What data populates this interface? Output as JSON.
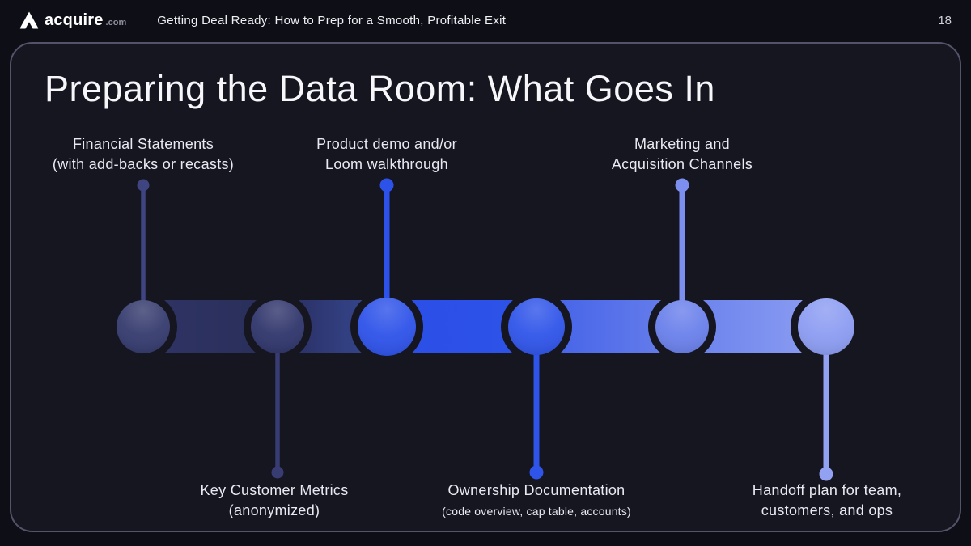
{
  "theme": {
    "page_background": "#0e0e17",
    "slide_background": "#161621",
    "slide_border": "#53536a",
    "title_color": "#f7f7fa",
    "label_color": "#e9e9f1"
  },
  "topbar": {
    "brand_name": "acquire",
    "brand_tld": ".com",
    "logo_icon": "acquire-triangle-logo",
    "deck_title": "Getting Deal Ready: How to Prep for a Smooth, Profitable Exit",
    "page_number": "18"
  },
  "slide": {
    "title": "Preparing the Data Room: What Goes In",
    "timeline": {
      "nodes": [
        {
          "line1": "Financial Statements",
          "line2": "(with add-backs or recasts)",
          "side": "top",
          "color": "#343a6d",
          "stem": "#3f4581"
        },
        {
          "line1": "Key Customer Metrics",
          "line2": "(anonymized)",
          "side": "bottom",
          "color": "#2f356b",
          "stem": "#373d73"
        },
        {
          "line1": "Product demo and/or",
          "line2": "Loom walkthrough",
          "side": "top",
          "color": "#2d52e9",
          "stem": "#2d52e9"
        },
        {
          "line1": "Ownership Documentation",
          "line2": "(code overview, cap table, accounts)",
          "side": "bottom",
          "color": "#2f54e9",
          "stem": "#2f54e9"
        },
        {
          "line1": "Marketing and",
          "line2": "Acquisition Channels",
          "side": "top",
          "color": "#6a80eb",
          "stem": "#7d8fee"
        },
        {
          "line1": "Handoff plan for team,",
          "line2": "customers, and ops",
          "side": "bottom",
          "color": "#8c9cf2",
          "stem": "#93a1f3"
        }
      ],
      "connectors": [
        {
          "start": "#2e3363",
          "end": "#2a2f5b"
        },
        {
          "start": "#2c3268",
          "end": "#344489"
        },
        {
          "start": "#2b4fe7",
          "end": "#2d52e8"
        },
        {
          "start": "#4866e9",
          "end": "#637bea"
        },
        {
          "start": "#6e85ed",
          "end": "#8799f1"
        }
      ]
    }
  }
}
